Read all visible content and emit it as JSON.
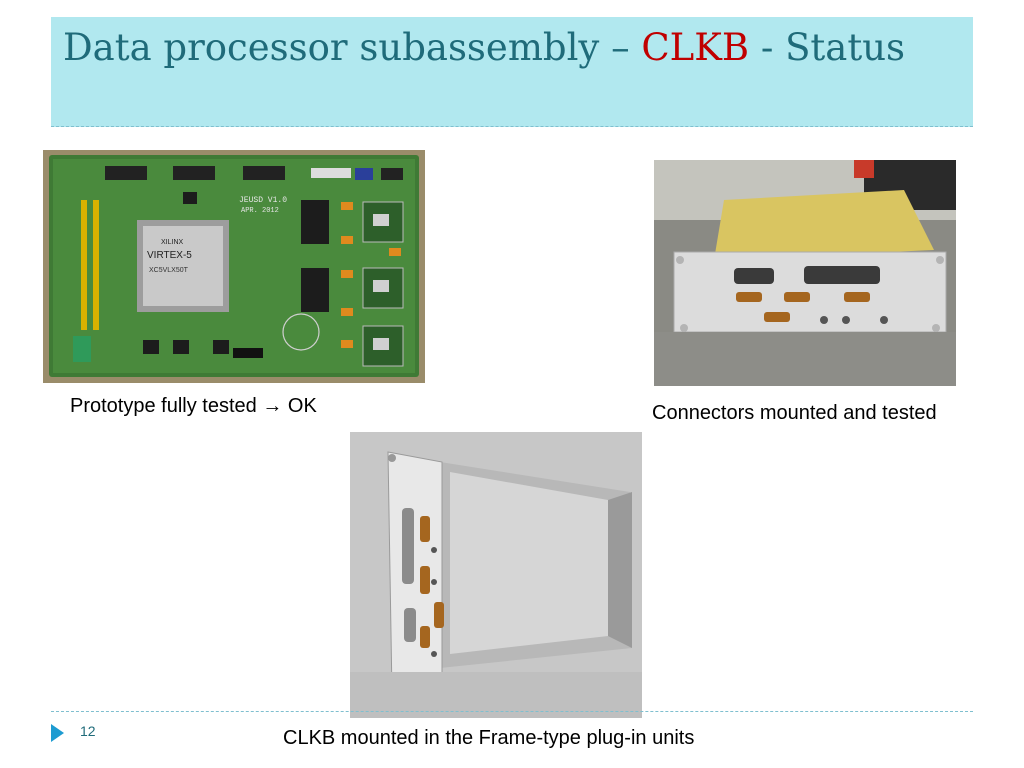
{
  "slide": {
    "title_main": "Data processor subassembly – ",
    "title_accent": "CLKB",
    "title_tail": " - Status",
    "slide_number": "12"
  },
  "captions": {
    "board": "Prototype fully tested → OK",
    "connectors": "Connectors mounted and tested",
    "plugin": "CLKB mounted in the Frame-type plug-in units"
  },
  "photos": {
    "board_silk_top": "JEUSD V1.0",
    "board_silk_date": "APR. 2012",
    "chip_brand": "XILINX",
    "chip_family": "VIRTEX-5",
    "chip_part": "XC5VLX50T"
  },
  "colors": {
    "title_bar": "#b1e8ef",
    "title_text": "#1f6b7a",
    "accent": "#c00000",
    "bullet": "#1d9bd1"
  }
}
